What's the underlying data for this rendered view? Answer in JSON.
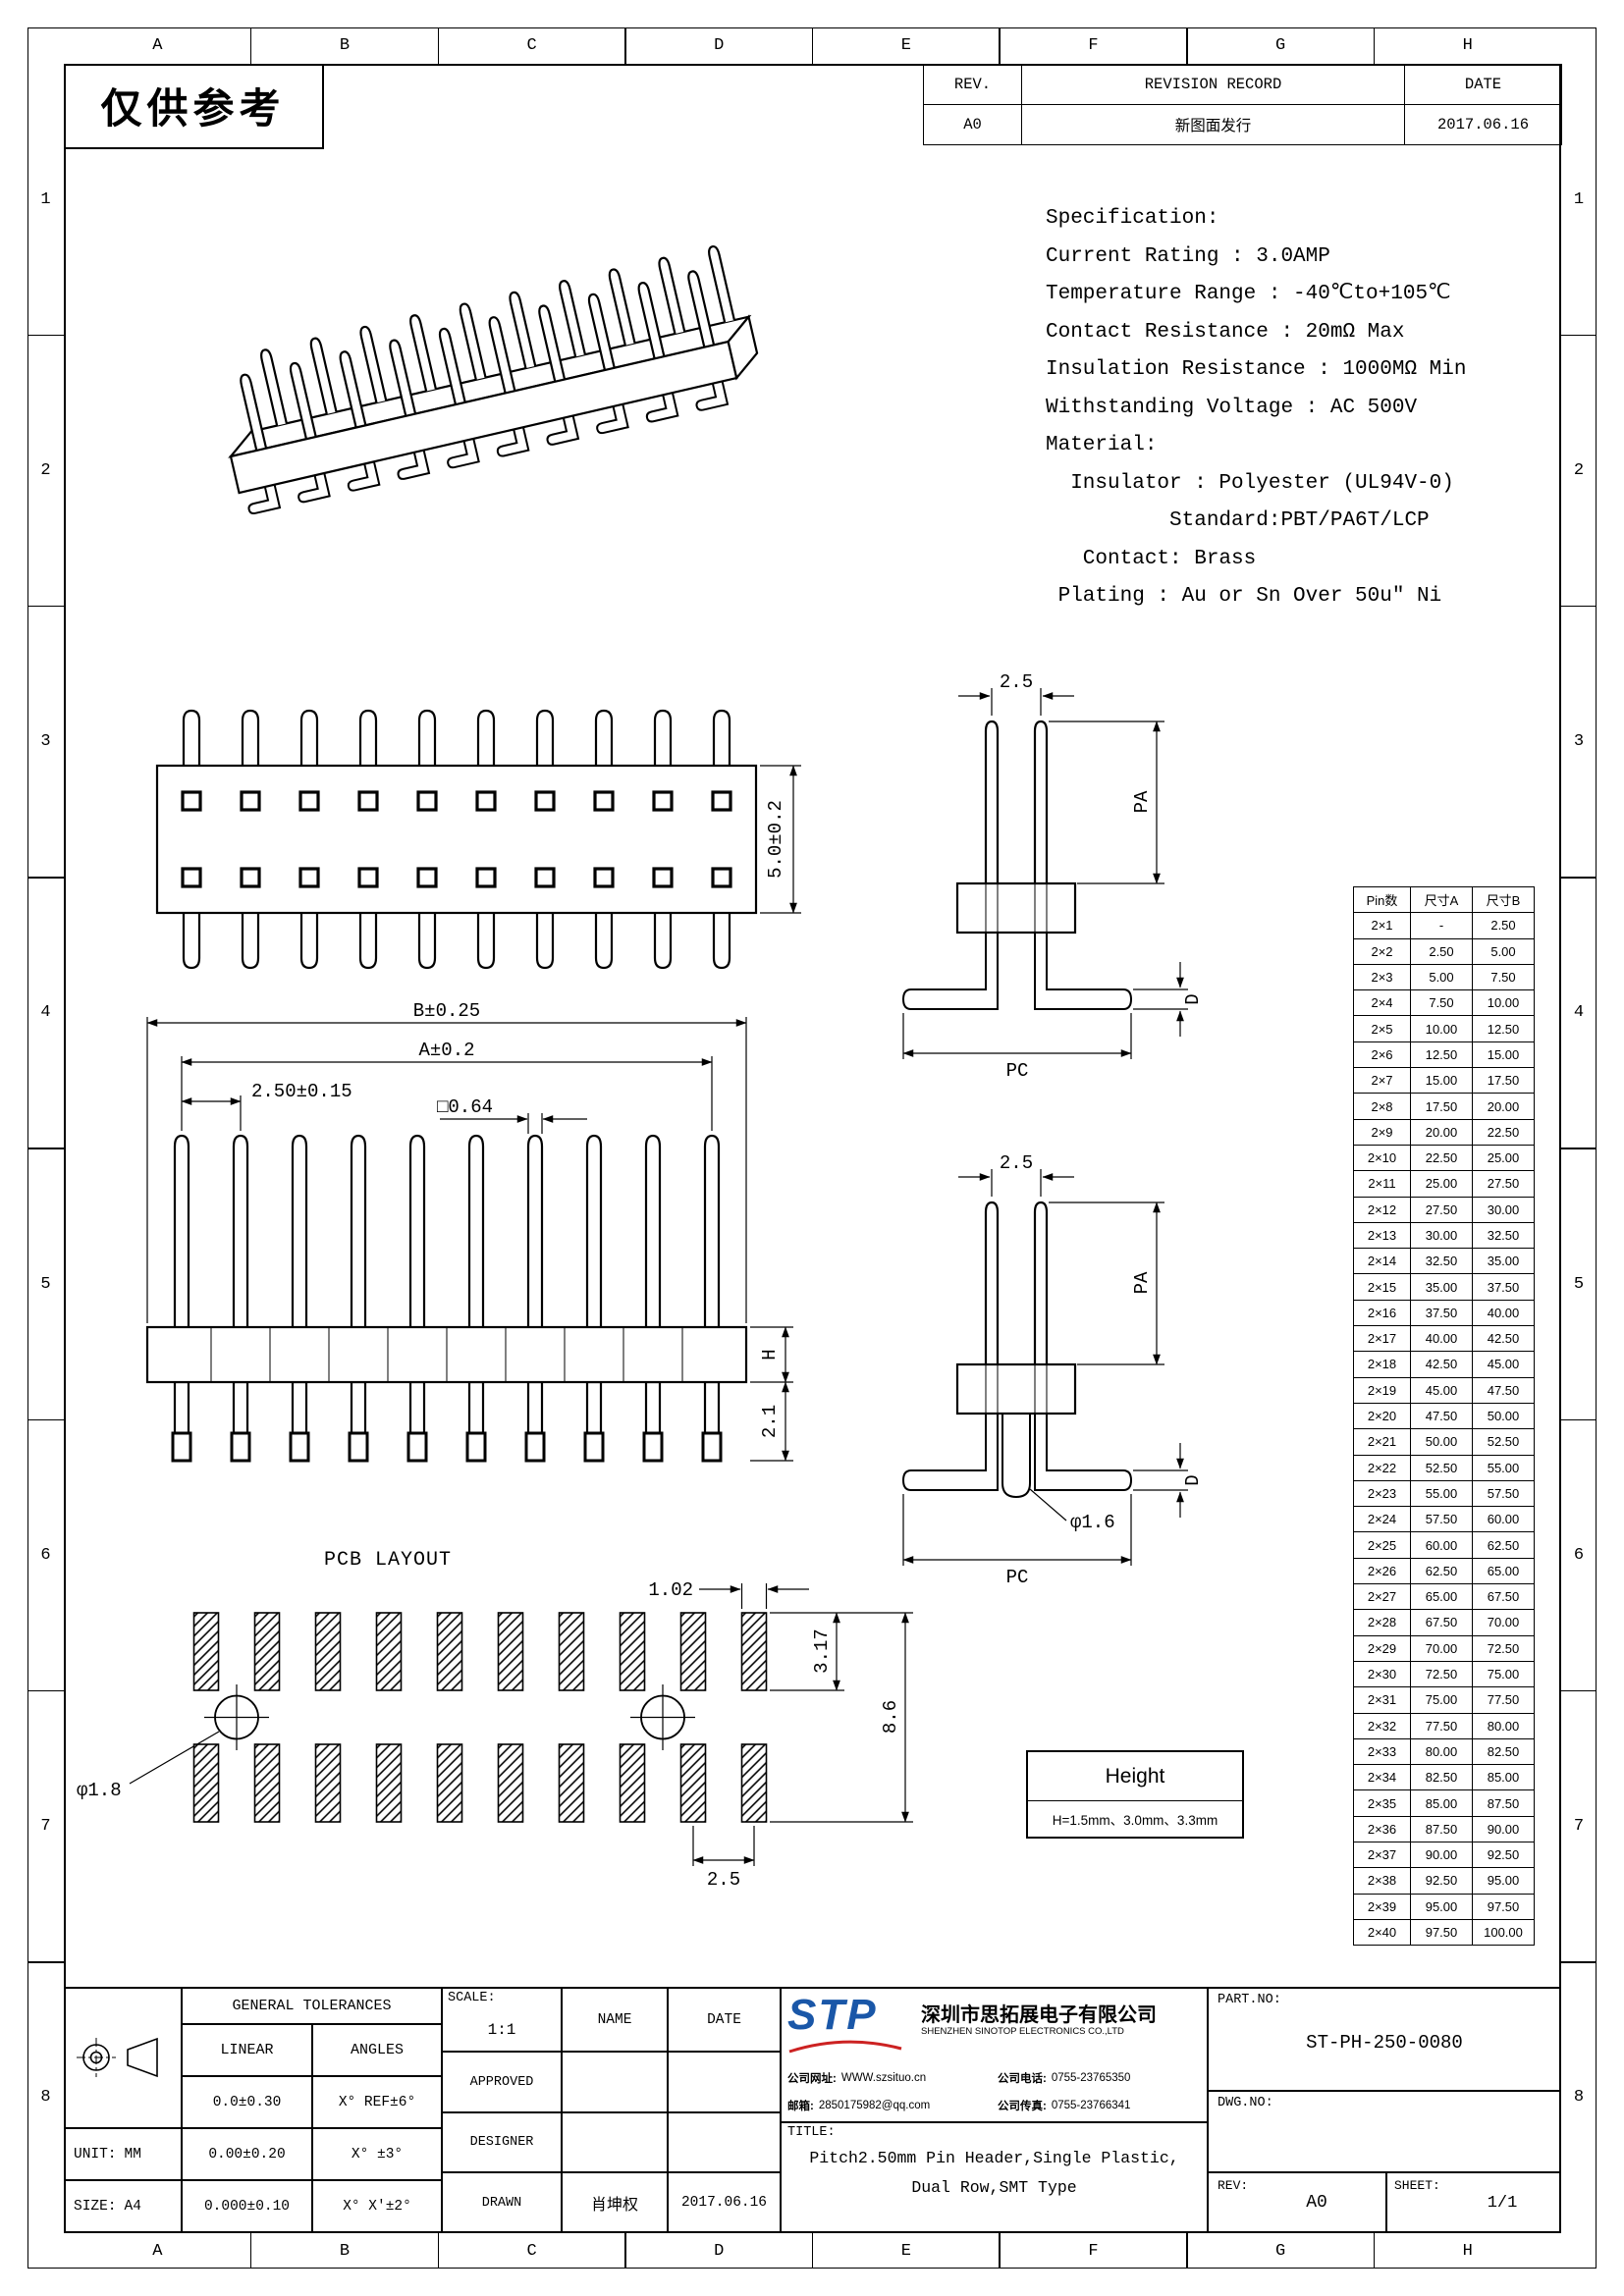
{
  "frame": {
    "watermark": "仅供参考",
    "cols": [
      "A",
      "B",
      "C",
      "D",
      "E",
      "F",
      "G",
      "H"
    ],
    "rows": [
      "1",
      "2",
      "3",
      "4",
      "5",
      "6",
      "7",
      "8"
    ]
  },
  "revision": {
    "headers": [
      "REV.",
      "REVISION RECORD",
      "DATE"
    ],
    "entries": [
      {
        "rev": "A0",
        "record": "新图面发行",
        "date": "2017.06.16"
      }
    ]
  },
  "spec": {
    "lines": [
      "Specification:",
      "Current Rating : 3.0AMP",
      "Temperature Range : -40℃to+105℃",
      "Contact Resistance : 20mΩ Max",
      "Insulation Resistance : 1000MΩ Min",
      "Withstanding Voltage : AC 500V",
      "Material:",
      "  Insulator : Polyester (UL94V-0)",
      "          Standard:PBT/PA6T/LCP",
      "   Contact: Brass",
      " Plating : Au or Sn Over 50u″ Ni"
    ]
  },
  "dims": {
    "top_view_height": "5.0±0.2",
    "front_B": "B±0.25",
    "front_A": "A±0.2",
    "front_pitch": "2.50±0.15",
    "front_pin_sq": "□0.64",
    "front_H": "H",
    "front_leg": "2.1",
    "side_pitch": "2.5",
    "side_PA": "PA",
    "side_D": "D",
    "side_PC": "PC",
    "side_peg": "φ1.6",
    "pcb_title": "PCB LAYOUT",
    "pcb_pad_w": "1.02",
    "pcb_pad_h": "3.17",
    "pcb_span": "8.6",
    "pcb_pitch": "2.5",
    "pcb_hole": "φ1.8"
  },
  "height_box": {
    "title": "Height",
    "value": "H=1.5mm、3.0mm、3.3mm"
  },
  "pin_table": {
    "headers": [
      "Pin数",
      "尺寸A",
      "尺寸B"
    ],
    "rows": [
      [
        "2×1",
        "-",
        "2.50"
      ],
      [
        "2×2",
        "2.50",
        "5.00"
      ],
      [
        "2×3",
        "5.00",
        "7.50"
      ],
      [
        "2×4",
        "7.50",
        "10.00"
      ],
      [
        "2×5",
        "10.00",
        "12.50"
      ],
      [
        "2×6",
        "12.50",
        "15.00"
      ],
      [
        "2×7",
        "15.00",
        "17.50"
      ],
      [
        "2×8",
        "17.50",
        "20.00"
      ],
      [
        "2×9",
        "20.00",
        "22.50"
      ],
      [
        "2×10",
        "22.50",
        "25.00"
      ],
      [
        "2×11",
        "25.00",
        "27.50"
      ],
      [
        "2×12",
        "27.50",
        "30.00"
      ],
      [
        "2×13",
        "30.00",
        "32.50"
      ],
      [
        "2×14",
        "32.50",
        "35.00"
      ],
      [
        "2×15",
        "35.00",
        "37.50"
      ],
      [
        "2×16",
        "37.50",
        "40.00"
      ],
      [
        "2×17",
        "40.00",
        "42.50"
      ],
      [
        "2×18",
        "42.50",
        "45.00"
      ],
      [
        "2×19",
        "45.00",
        "47.50"
      ],
      [
        "2×20",
        "47.50",
        "50.00"
      ],
      [
        "2×21",
        "50.00",
        "52.50"
      ],
      [
        "2×22",
        "52.50",
        "55.00"
      ],
      [
        "2×23",
        "55.00",
        "57.50"
      ],
      [
        "2×24",
        "57.50",
        "60.00"
      ],
      [
        "2×25",
        "60.00",
        "62.50"
      ],
      [
        "2×26",
        "62.50",
        "65.00"
      ],
      [
        "2×27",
        "65.00",
        "67.50"
      ],
      [
        "2×28",
        "67.50",
        "70.00"
      ],
      [
        "2×29",
        "70.00",
        "72.50"
      ],
      [
        "2×30",
        "72.50",
        "75.00"
      ],
      [
        "2×31",
        "75.00",
        "77.50"
      ],
      [
        "2×32",
        "77.50",
        "80.00"
      ],
      [
        "2×33",
        "80.00",
        "82.50"
      ],
      [
        "2×34",
        "82.50",
        "85.00"
      ],
      [
        "2×35",
        "85.00",
        "87.50"
      ],
      [
        "2×36",
        "87.50",
        "90.00"
      ],
      [
        "2×37",
        "90.00",
        "92.50"
      ],
      [
        "2×38",
        "92.50",
        "95.00"
      ],
      [
        "2×39",
        "95.00",
        "97.50"
      ],
      [
        "2×40",
        "97.50",
        "100.00"
      ]
    ]
  },
  "title_block": {
    "tolerances": {
      "title": "GENERAL TOLERANCES",
      "col1": "LINEAR",
      "col2": "ANGLES",
      "r1c1": "0.0±0.30",
      "r1c2": "X° REF±6°",
      "r2c1": "0.00±0.20",
      "r2c2": "X° ±3°",
      "r3c1": "0.000±0.10",
      "r3c2": "X° X'±2°"
    },
    "unit_label": "UNIT:",
    "unit_value": "MM",
    "size_label": "SIZE:",
    "size_value": "A4",
    "scale_label": "SCALE:",
    "scale_value": "1:1",
    "name_header": "NAME",
    "date_header": "DATE",
    "approved_label": "APPROVED",
    "designer_label": "DESIGNER",
    "drawn_label": "DRAWN",
    "drawn_name": "肖坤权",
    "drawn_date": "2017.06.16",
    "company": {
      "logo": "STP",
      "logo_color": "#1a57a8",
      "swoosh_color": "#cc2222",
      "name_cn": "深圳市思拓展电子有限公司",
      "name_en": "SHENZHEN SINOTOP ELECTRONICS CO.,LTD",
      "web_label": "公司网址:",
      "web_value": "WWW.szsituo.cn",
      "tel_label": "公司电话:",
      "tel_value": "0755-23765350",
      "mail_label": "邮箱:",
      "mail_value": "2850175982@qq.com",
      "fax_label": "公司传真:",
      "fax_value": "0755-23766341"
    },
    "title_label": "TITLE:",
    "title_line1": "Pitch2.50mm Pin Header,Single Plastic,",
    "title_line2": "Dual Row,SMT Type",
    "part_label": "PART.NO:",
    "part_no": "ST-PH-250-0080",
    "dwg_label": "DWG.NO:",
    "rev_label": "REV:",
    "rev_value": "A0",
    "sheet_label": "SHEET:",
    "sheet_value": "1/1"
  }
}
